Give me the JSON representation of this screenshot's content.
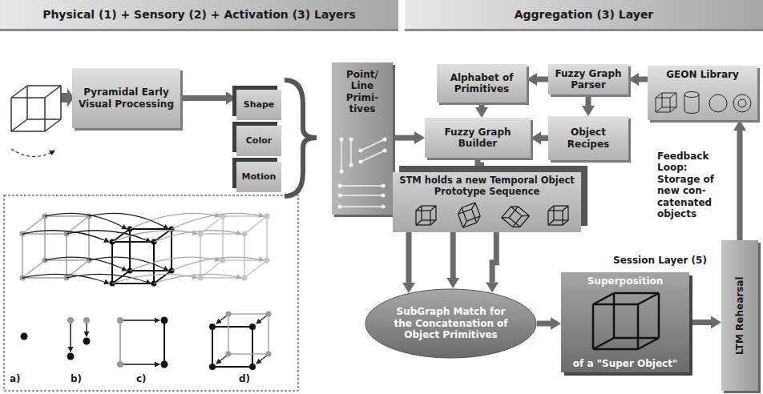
{
  "diagram": {
    "nodes": [
      {
        "text": [
          "Physical (1) + Sensory (2) + Activation (3) Layers"
        ]
      },
      {
        "text": [
          "Aggregation (3) Layer"
        ]
      },
      {
        "text": [
          "Pyramidal Early Visual Processing"
        ]
      },
      {
        "text": [
          "Shape"
        ]
      },
      {
        "text": [
          "Color"
        ]
      },
      {
        "text": [
          "Motion"
        ]
      },
      {
        "text": [
          "Point/ Line Primi- tives"
        ]
      },
      {
        "text": [
          "Alphabet of Primitives"
        ]
      },
      {
        "text": [
          "Fuzzy Graph Parser"
        ]
      },
      {
        "text": [
          "GEON Library"
        ]
      },
      {
        "text": [
          "Fuzzy Graph Builder"
        ]
      },
      {
        "text": [
          "Object Recipes"
        ]
      },
      {
        "text": [
          "STM holds a new Temporal Object Prototype Sequence"
        ]
      },
      {
        "text": [
          "SubGraph Match for the Concatenation of Object Primitives"
        ]
      },
      {
        "text": [
          "Superposition",
          "of a \"Super Object\""
        ]
      },
      {
        "text": [
          "LTM Rehearsal"
        ]
      }
    ],
    "edges": [
      {
        "from": 2,
        "to": 3,
        "arrow": "to"
      },
      {
        "from": 6,
        "to": 10,
        "arrow": "to"
      },
      {
        "from": 8,
        "to": 7,
        "arrow": "to"
      },
      {
        "from": 7,
        "to": 10,
        "arrow": "to"
      },
      {
        "from": 8,
        "to": 11,
        "arrow": "to"
      },
      {
        "from": 11,
        "to": 10,
        "arrow": "to"
      },
      {
        "from": 9,
        "to": 8,
        "arrow": "to"
      },
      {
        "from": 10,
        "to": 12,
        "arrow": "to"
      },
      {
        "from": 12,
        "to": 13,
        "arrow": "to"
      },
      {
        "from": 12,
        "to": 13,
        "arrow": "to"
      },
      {
        "from": 12,
        "to": 13,
        "arrow": "to"
      },
      {
        "from": 13,
        "to": 14,
        "arrow": "to"
      },
      {
        "from": 14,
        "to": 15,
        "arrow": "to"
      },
      {
        "from": 15,
        "to": 9,
        "arrow": "to"
      }
    ],
    "labels": [
      "a)",
      "b)",
      "c)",
      "d)",
      "Feedback Loop: Storage of new con- catenated objects",
      "Session Layer (5)"
    ]
  }
}
